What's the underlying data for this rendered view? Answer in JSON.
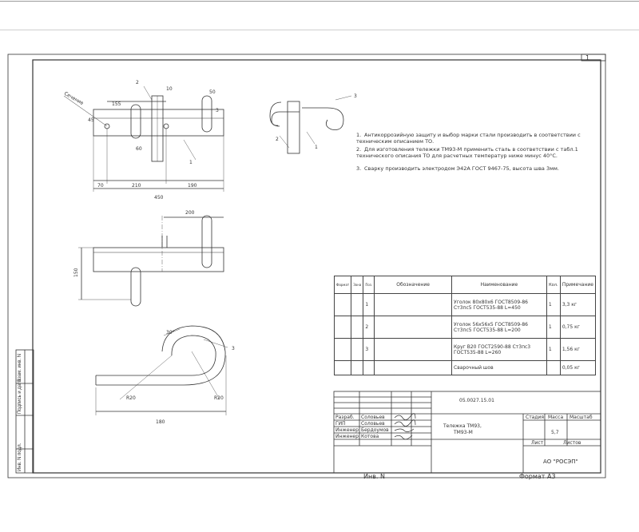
{
  "sheet": {
    "sheet_no": "1",
    "format": "Формат  А3",
    "inv_no": "Инв. N"
  },
  "side_labels": [
    "Взам. инв. N",
    "Подпись и дата",
    "Инв. N подл."
  ],
  "drawing_labels": {
    "view_label": "Сечение",
    "part_1": "1",
    "part_2": "2",
    "part_3": "3",
    "dim_155": "155",
    "dim_10": "10",
    "dim_50": "50",
    "dim_45": "45",
    "dim_60": "60",
    "dim_70": "70",
    "dim_210": "210",
    "dim_190": "190",
    "dim_450": "450",
    "dim_200": "200",
    "dim_150": "150",
    "dim_30deg": "30°",
    "dim_r20": "R20",
    "dim_r20b": "R20",
    "dim_180": "180"
  },
  "notes": [
    {
      "n": "1.",
      "text": "Антикоррозийную защиту и выбор марки стали производить в соответствии с техническим описанием ТО."
    },
    {
      "n": "2.",
      "text": "Для изготовления тележки ТМ93-М применить сталь в соответствии с табл.1 технического описания ТО для расчетных температур ниже минус 40°С."
    },
    {
      "n": "3.",
      "text": "Сварку производить электродом Э42А ГОСТ 9467-75, высота шва 3мм."
    }
  ],
  "spec": {
    "headers": [
      "Формат",
      "Зона",
      "Поз.",
      "Обозначение",
      "Наименование",
      "Кол.",
      "Примечание"
    ],
    "rows": [
      {
        "pos": "1",
        "name": "Уголок 80х80х6 ГОСТ8509-86 Ст3пс5 ГОСТ535-88 L=450",
        "qty": "1",
        "note": "3,3 кг"
      },
      {
        "pos": "2",
        "name": "Уголок 56х56х5 ГОСТ8509-86 Ст3пс5 ГОСТ535-88 L=200",
        "qty": "1",
        "note": "0,75 кг"
      },
      {
        "pos": "3",
        "name": "Круг В20 ГОСТ2590-88 Ст3пс3 ГОСТ535-88 L=260",
        "qty": "1",
        "note": "1,56 кг"
      },
      {
        "pos": "",
        "name": "Сварочный шов",
        "qty": "",
        "note": "0,05 кг"
      }
    ]
  },
  "title_block": {
    "doc_code": "05.0027.15.01",
    "title_line1": "Тележка ТМ93,",
    "title_line2": "ТМ93-М",
    "col_stage": "Стадия",
    "col_mass": "Масса",
    "col_scale": "Масштаб",
    "mass": "5,7",
    "sheet": "Лист",
    "sheets": "Листов",
    "org": "АО \"РОСЭП\"",
    "signers": [
      {
        "role": "Разраб.",
        "name": "Соловьев"
      },
      {
        "role": "ГИП",
        "name": "Соловьев"
      },
      {
        "role": "Инженер",
        "name": "Бердоумов"
      },
      {
        "role": "Инженер",
        "name": "Котова"
      }
    ]
  }
}
